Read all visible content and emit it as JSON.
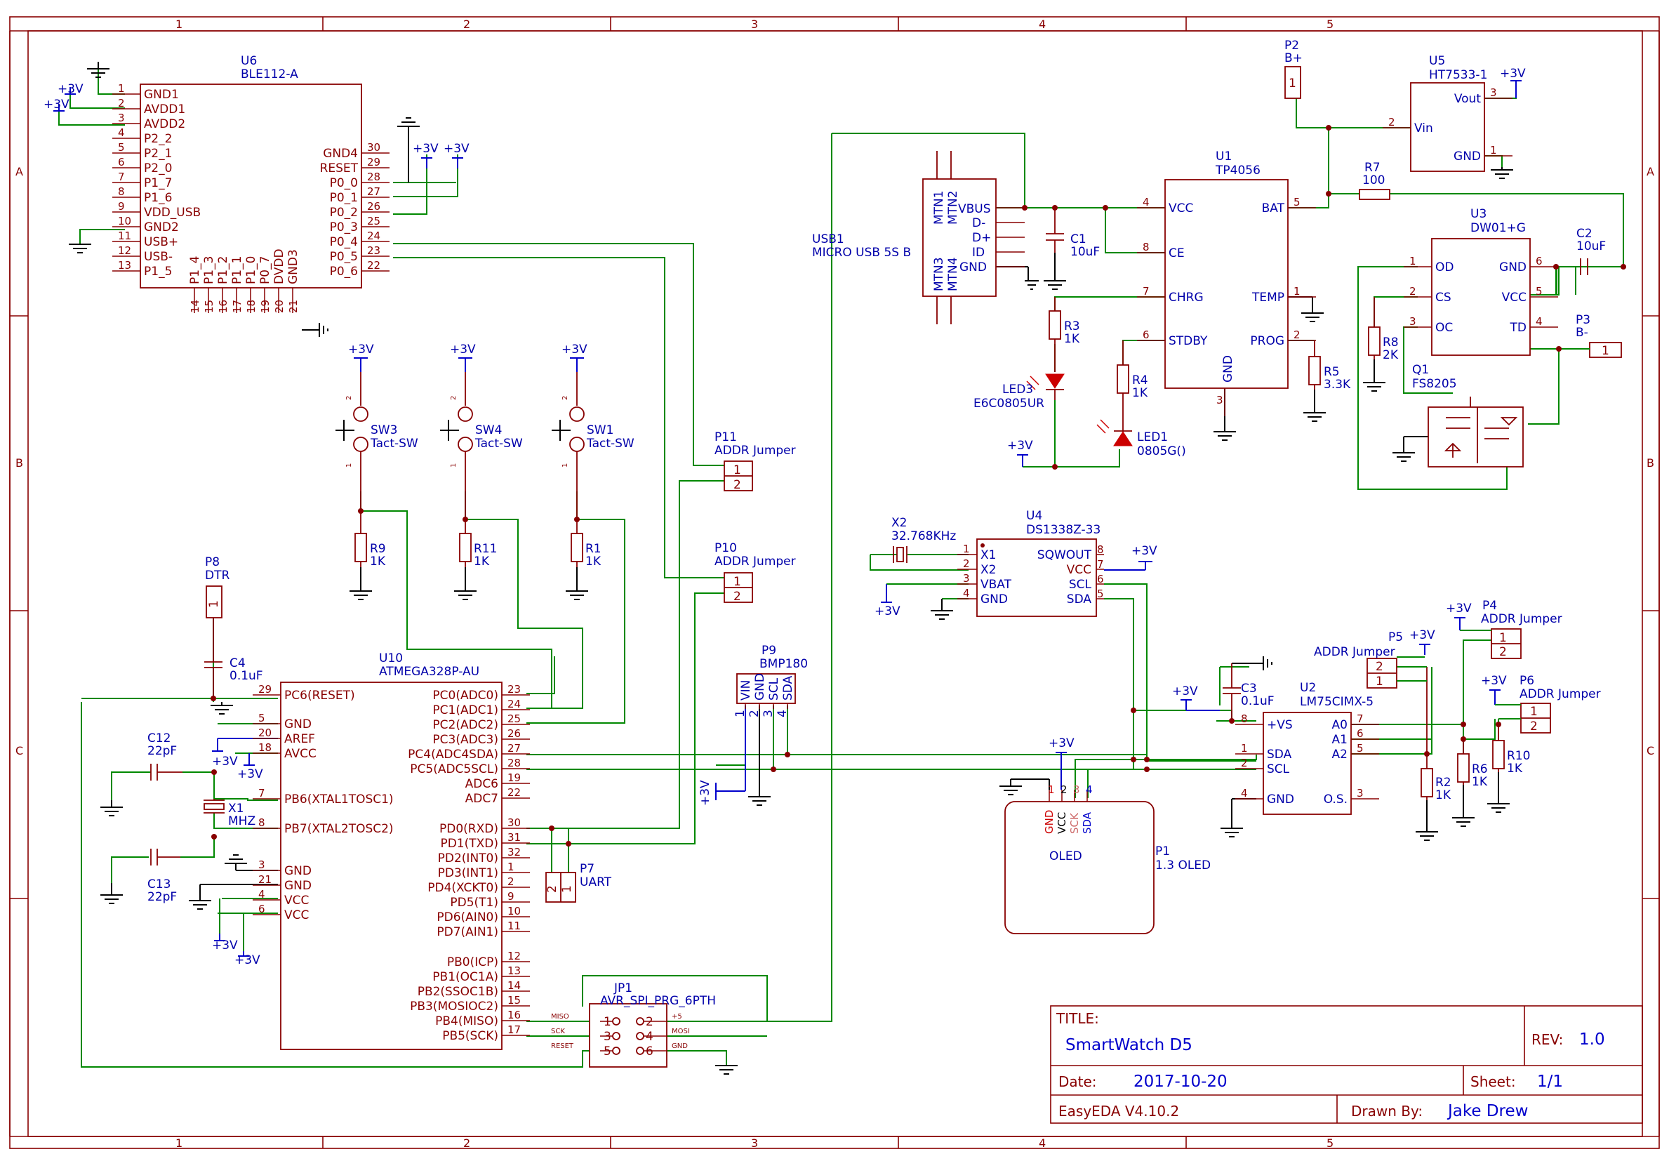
{
  "frame": {
    "columns": [
      "1",
      "2",
      "3",
      "4",
      "5"
    ],
    "rows": [
      "A",
      "B",
      "C"
    ]
  },
  "title_block": {
    "title_label": "TITLE:",
    "title": "SmartWatch D5",
    "rev_label": "REV:",
    "rev": "1.0",
    "date_label": "Date:",
    "date": "2017-10-20",
    "sheet_label": "Sheet:",
    "sheet": "1/1",
    "software": "EasyEDA V4.10.2",
    "drawn_by_label": "Drawn By:",
    "drawn_by": "Jake Drew"
  },
  "power_label": "+3V",
  "components": {
    "U6": {
      "ref": "U6",
      "value": "BLE112-A",
      "left_pins": [
        [
          "1",
          "GND1"
        ],
        [
          "2",
          "AVDD1"
        ],
        [
          "3",
          "AVDD2"
        ],
        [
          "4",
          "P2_2"
        ],
        [
          "5",
          "P2_1"
        ],
        [
          "6",
          "P2_0"
        ],
        [
          "7",
          "P1_7"
        ],
        [
          "8",
          "P1_6"
        ],
        [
          "9",
          "VDD_USB"
        ],
        [
          "10",
          "GND2"
        ],
        [
          "11",
          "USB+"
        ],
        [
          "12",
          "USB-"
        ],
        [
          "13",
          "P1_5"
        ]
      ],
      "right_pins": [
        [
          "30",
          "GND4"
        ],
        [
          "29",
          "RESET"
        ],
        [
          "28",
          "P0_0"
        ],
        [
          "27",
          "P0_1"
        ],
        [
          "26",
          "P0_2"
        ],
        [
          "25",
          "P0_3"
        ],
        [
          "24",
          "P0_4"
        ],
        [
          "23",
          "P0_5"
        ],
        [
          "22",
          "P0_6"
        ]
      ],
      "bottom_pins": [
        [
          "14",
          "P1_4"
        ],
        [
          "15",
          "P1_3"
        ],
        [
          "16",
          "P1_2"
        ],
        [
          "17",
          "P1_1"
        ],
        [
          "18",
          "P1_0"
        ],
        [
          "19",
          "P0_7"
        ],
        [
          "20",
          "DVDD"
        ],
        [
          "21",
          "GND3"
        ]
      ]
    },
    "U10": {
      "ref": "U10",
      "value": "ATMEGA328P-AU",
      "left_pins": [
        [
          "29",
          "PC6(RESET)"
        ],
        [
          "5",
          "GND"
        ],
        [
          "20",
          "AREF"
        ],
        [
          "18",
          "AVCC"
        ],
        [
          "7",
          "PB6(XTAL1TOSC1)"
        ],
        [
          "8",
          "PB7(XTAL2TOSC2)"
        ],
        [
          "3",
          "GND"
        ],
        [
          "21",
          "GND"
        ],
        [
          "4",
          "VCC"
        ],
        [
          "6",
          "VCC"
        ]
      ],
      "right_pins": [
        [
          "23",
          "PC0(ADC0)"
        ],
        [
          "24",
          "PC1(ADC1)"
        ],
        [
          "25",
          "PC2(ADC2)"
        ],
        [
          "26",
          "PC3(ADC3)"
        ],
        [
          "27",
          "PC4(ADC4SDA)"
        ],
        [
          "28",
          "PC5(ADC5SCL)"
        ],
        [
          "19",
          "ADC6"
        ],
        [
          "22",
          "ADC7"
        ],
        [
          "30",
          "PD0(RXD)"
        ],
        [
          "31",
          "PD1(TXD)"
        ],
        [
          "32",
          "PD2(INT0)"
        ],
        [
          "1",
          "PD3(INT1)"
        ],
        [
          "2",
          "PD4(XCKT0)"
        ],
        [
          "9",
          "PD5(T1)"
        ],
        [
          "10",
          "PD6(AIN0)"
        ],
        [
          "11",
          "PD7(AIN1)"
        ],
        [
          "12",
          "PB0(ICP)"
        ],
        [
          "13",
          "PB1(OC1A)"
        ],
        [
          "14",
          "PB2(SSOC1B)"
        ],
        [
          "15",
          "PB3(MOSIOC2)"
        ],
        [
          "16",
          "PB4(MISO)"
        ],
        [
          "17",
          "PB5(SCK)"
        ]
      ]
    },
    "USB1": {
      "ref": "USB1",
      "value": "MICRO USB 5S B",
      "pins": [
        "VBUS",
        "D-",
        "D+",
        "ID",
        "GND"
      ],
      "mtn": [
        "MTN1",
        "MTN2",
        "MTN3",
        "MTN4"
      ]
    },
    "U1": {
      "ref": "U1",
      "value": "TP4056",
      "left_pins": [
        [
          "4",
          "VCC"
        ],
        [
          "8",
          "CE"
        ],
        [
          "7",
          "CHRG"
        ],
        [
          "6",
          "STDBY"
        ]
      ],
      "right_pins": [
        [
          "5",
          "BAT"
        ],
        [
          "1",
          "TEMP"
        ],
        [
          "2",
          "PROG"
        ]
      ],
      "bottom_pins": [
        [
          "3",
          "GND"
        ]
      ]
    },
    "U5": {
      "ref": "U5",
      "value": "HT7533-1",
      "left_pins": [
        [
          "2",
          "Vin"
        ]
      ],
      "right_pins": [
        [
          "3",
          "Vout"
        ],
        [
          "1",
          "GND"
        ]
      ]
    },
    "U3": {
      "ref": "U3",
      "value": "DW01+G",
      "left_pins": [
        [
          "1",
          "OD"
        ],
        [
          "2",
          "CS"
        ],
        [
          "3",
          "OC"
        ]
      ],
      "right_pins": [
        [
          "6",
          "GND"
        ],
        [
          "5",
          "VCC"
        ],
        [
          "4",
          "TD"
        ]
      ]
    },
    "U4": {
      "ref": "U4",
      "value": "DS1338Z-33",
      "left_pins": [
        [
          "1",
          "X1"
        ],
        [
          "2",
          "X2"
        ],
        [
          "3",
          "VBAT"
        ],
        [
          "4",
          "GND"
        ]
      ],
      "right_pins": [
        [
          "8",
          "SQWOUT"
        ],
        [
          "7",
          "VCC"
        ],
        [
          "6",
          "SCL"
        ],
        [
          "5",
          "SDA"
        ]
      ]
    },
    "U2": {
      "ref": "U2",
      "value": "LM75CIMX-5",
      "left_pins": [
        [
          "8",
          "+VS"
        ],
        [
          "1",
          "SDA"
        ],
        [
          "2",
          "SCL"
        ],
        [
          "4",
          "GND"
        ]
      ],
      "right_pins": [
        [
          "7",
          "A0"
        ],
        [
          "6",
          "A1"
        ],
        [
          "5",
          "A2"
        ],
        [
          "3",
          "O.S."
        ]
      ]
    },
    "P1": {
      "ref": "P1",
      "value": "1.3 OLED",
      "body_text": "OLED",
      "pins": [
        [
          "1",
          "GND"
        ],
        [
          "2",
          "VCC"
        ],
        [
          "3",
          "SCK"
        ],
        [
          "4",
          "SDA"
        ]
      ]
    },
    "P9": {
      "ref": "P9",
      "value": "BMP180",
      "pins": [
        [
          "1",
          "VIN"
        ],
        [
          "2",
          "GND"
        ],
        [
          "3",
          "SCL"
        ],
        [
          "4",
          "SDA"
        ]
      ]
    },
    "JP1": {
      "ref": "JP1",
      "value": "AVR_SPI_PRG_6PTH",
      "left_pins": [
        [
          "1",
          "MISO"
        ],
        [
          "3",
          "SCK"
        ],
        [
          "5",
          "RESET"
        ]
      ],
      "right_pins": [
        [
          "2",
          "+5"
        ],
        [
          "4",
          "MOSI"
        ],
        [
          "6",
          "GND"
        ]
      ]
    },
    "P2": {
      "ref": "P2",
      "value": "B+",
      "pin": "1"
    },
    "P3": {
      "ref": "P3",
      "value": "B-",
      "pin": "1"
    },
    "P4": {
      "ref": "P4",
      "value": "ADDR Jumper",
      "pins": [
        "1",
        "2"
      ]
    },
    "P5": {
      "ref": "P5",
      "value": "ADDR Jumper",
      "pins": [
        "2",
        "1"
      ]
    },
    "P6": {
      "ref": "P6",
      "value": "ADDR Jumper",
      "pins": [
        "1",
        "2"
      ]
    },
    "P7": {
      "ref": "P7",
      "value": "UART",
      "pins": [
        "2",
        "1"
      ]
    },
    "P8": {
      "ref": "P8",
      "value": "DTR",
      "pin": "1"
    },
    "P10": {
      "ref": "P10",
      "value": "ADDR Jumper",
      "pins": [
        "1",
        "2"
      ]
    },
    "P11": {
      "ref": "P11",
      "value": "ADDR Jumper",
      "pins": [
        "1",
        "2"
      ]
    },
    "SW1": {
      "ref": "SW1",
      "value": "Tact-SW"
    },
    "SW3": {
      "ref": "SW3",
      "value": "Tact-SW"
    },
    "SW4": {
      "ref": "SW4",
      "value": "Tact-SW"
    },
    "R1": {
      "ref": "R1",
      "value": "1K"
    },
    "R2": {
      "ref": "R2",
      "value": "1K"
    },
    "R3": {
      "ref": "R3",
      "value": "1K"
    },
    "R4": {
      "ref": "R4",
      "value": "1K"
    },
    "R5": {
      "ref": "R5",
      "value": "3.3K"
    },
    "R6": {
      "ref": "R6",
      "value": "1K"
    },
    "R7": {
      "ref": "R7",
      "value": "100"
    },
    "R8": {
      "ref": "R8",
      "value": "2K"
    },
    "R9": {
      "ref": "R9",
      "value": "1K"
    },
    "R10": {
      "ref": "R10",
      "value": "1K"
    },
    "R11": {
      "ref": "R11",
      "value": "1K"
    },
    "C1": {
      "ref": "C1",
      "value": "10uF"
    },
    "C2": {
      "ref": "C2",
      "value": "10uF"
    },
    "C3": {
      "ref": "C3",
      "value": "0.1uF"
    },
    "C4": {
      "ref": "C4",
      "value": "0.1uF"
    },
    "C12": {
      "ref": "C12",
      "value": "22pF"
    },
    "C13": {
      "ref": "C13",
      "value": "22pF"
    },
    "X1": {
      "ref": "X1",
      "value": "MHZ"
    },
    "X2": {
      "ref": "X2",
      "value": "32.768KHz"
    },
    "LED1": {
      "ref": "LED1",
      "value": "0805G()"
    },
    "LED3": {
      "ref": "LED3",
      "value": "E6C0805UR"
    },
    "Q1": {
      "ref": "Q1",
      "value": "FS8205"
    }
  }
}
